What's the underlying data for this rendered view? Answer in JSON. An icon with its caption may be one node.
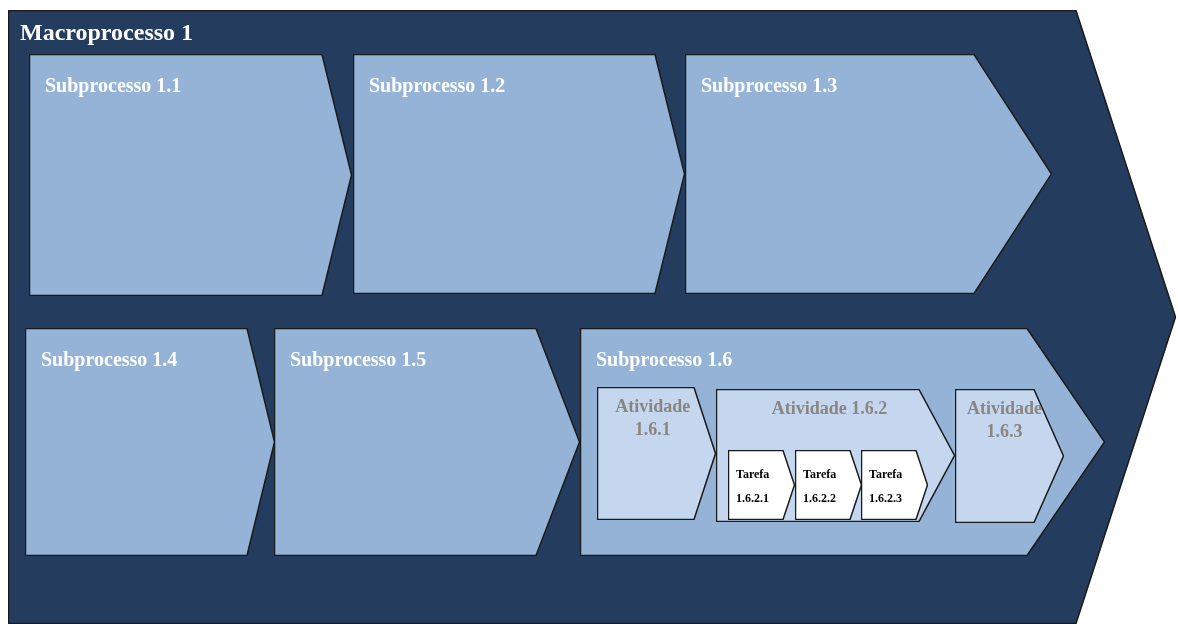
{
  "diagram": {
    "nodes": [
      {
        "text": [
          "Macroprocesso 1"
        ]
      },
      {
        "text": [
          "Subprocesso 1.1"
        ],
        "in": 0
      },
      {
        "text": [
          "Subprocesso 1.2"
        ],
        "in": 0
      },
      {
        "text": [
          "Subprocesso 1.3"
        ],
        "in": 0
      },
      {
        "text": [
          "Subprocesso 1.4"
        ],
        "in": 0
      },
      {
        "text": [
          "Subprocesso 1.5"
        ],
        "in": 0
      },
      {
        "text": [
          "Subprocesso 1.6"
        ],
        "in": 0
      },
      {
        "text": [
          "Atividade 1.6.1"
        ],
        "in": 6
      },
      {
        "text": [
          "Atividade 1.6.2"
        ],
        "in": 6
      },
      {
        "text": [
          "Atividade 1.6.3"
        ],
        "in": 6
      },
      {
        "text": [
          "Tarefa 1.6.2.1"
        ],
        "in": 8
      },
      {
        "text": [
          "Tarefa 1.6.2.2"
        ],
        "in": 8
      },
      {
        "text": [
          "Tarefa 1.6.2.3"
        ],
        "in": 8
      }
    ]
  }
}
